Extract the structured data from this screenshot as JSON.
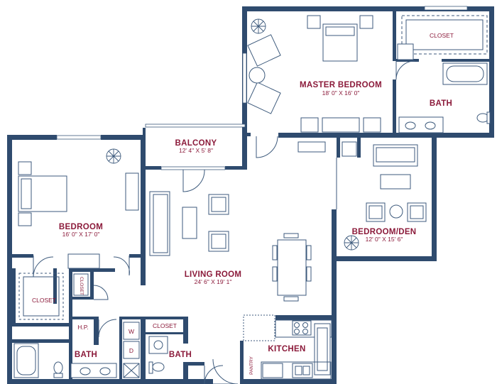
{
  "floorplan": {
    "rooms": {
      "master_bedroom": {
        "name": "MASTER BEDROOM",
        "dims": "18' 0\" X 16' 0\""
      },
      "balcony": {
        "name": "BALCONY",
        "dims": "12' 4\" X 5' 8\""
      },
      "bedroom": {
        "name": "BEDROOM",
        "dims": "16' 0\" X 17' 0\""
      },
      "living_room": {
        "name": "LIVING ROOM",
        "dims": "24' 6\" X 19' 1\""
      },
      "bedroom_den": {
        "name": "BEDROOM/DEN",
        "dims": "12' 0\" X 15' 6\""
      },
      "kitchen": {
        "name": "KITCHEN"
      },
      "master_bath": {
        "name": "BATH"
      },
      "bath_left": {
        "name": "BATH"
      },
      "bath_center": {
        "name": "BATH"
      }
    },
    "labels": {
      "closet_master": "CLOSET",
      "closet_bedroom": "CLOSET",
      "closet_small_vertical": "CLOSET",
      "closet_hall": "CLOSET",
      "hp": "H.P.",
      "washer": "W",
      "dryer": "D",
      "pantry": "PANTRY"
    },
    "colors": {
      "wall": "#2f4b6e",
      "label": "#8b1a3a",
      "fixture_stroke": "#3d5a7c"
    }
  }
}
